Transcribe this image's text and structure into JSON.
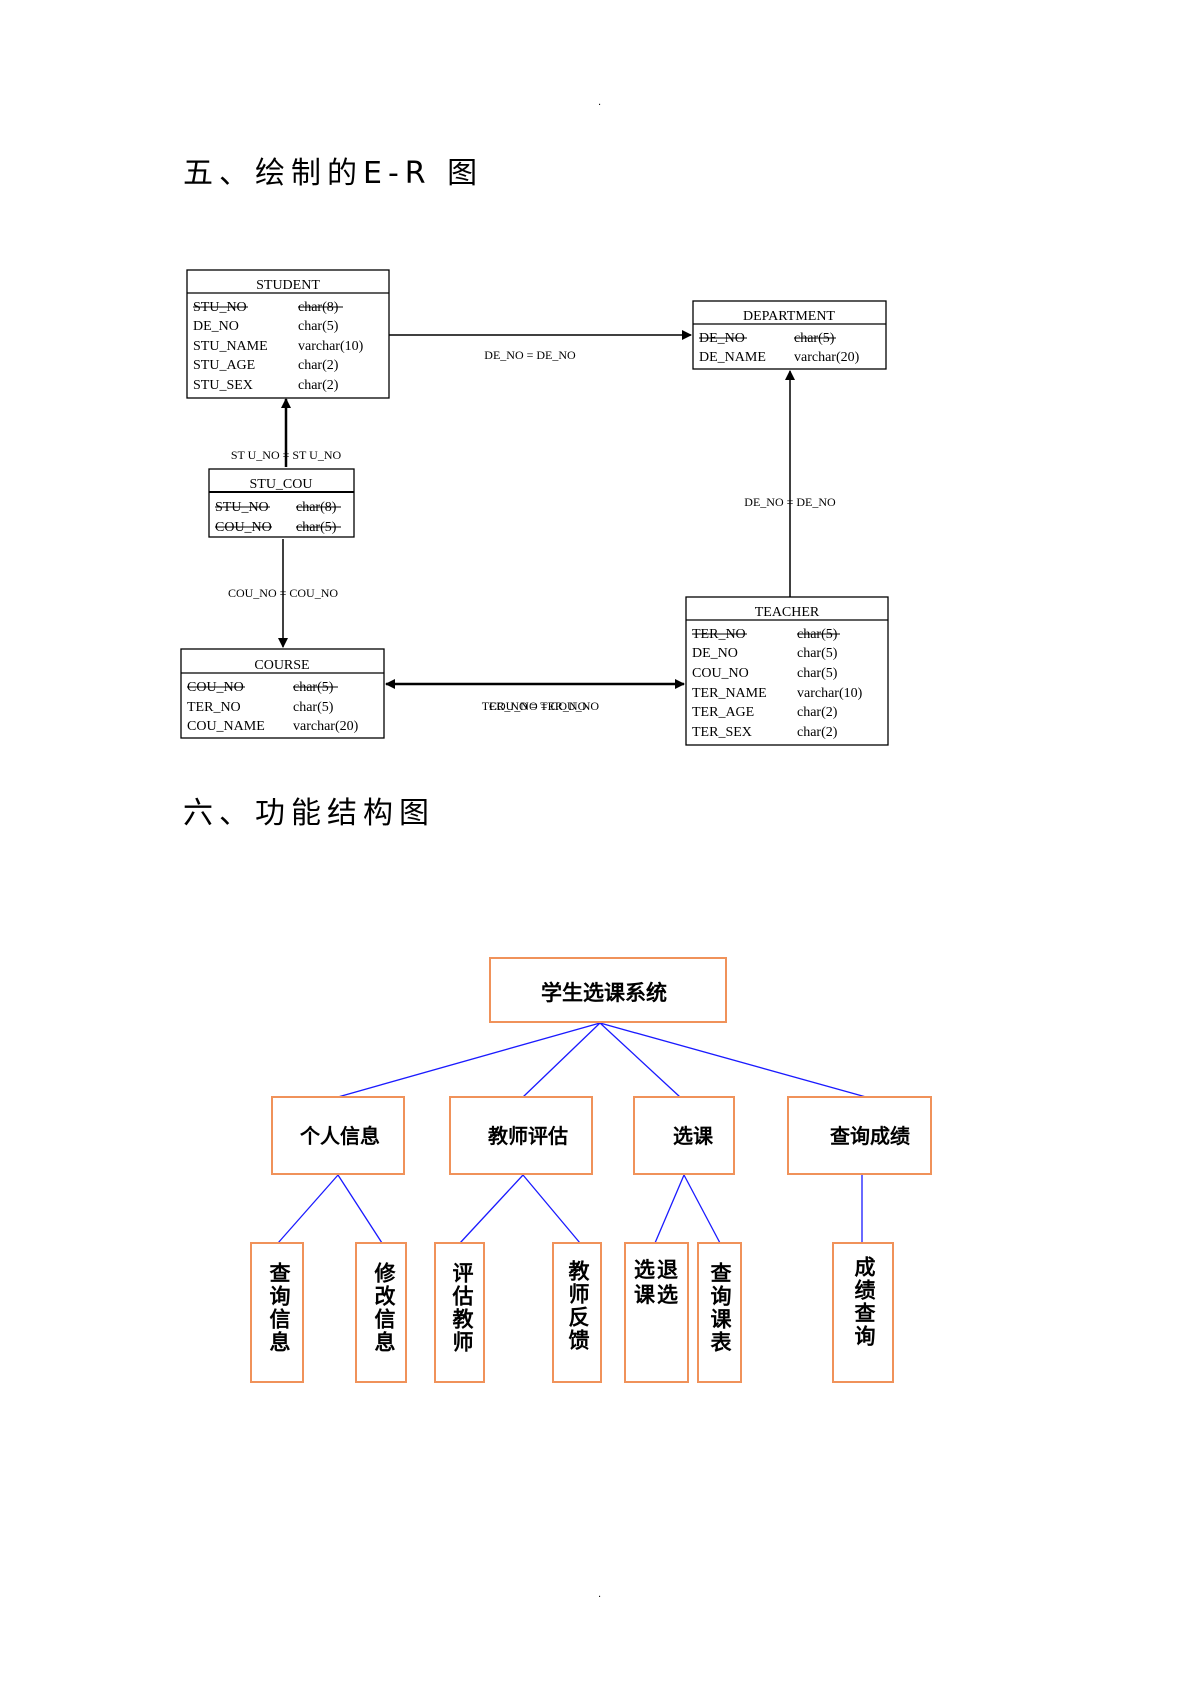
{
  "page": {
    "top_dot": ".",
    "bottom_dot": "."
  },
  "section5": {
    "title": "五、绘制的E-R 图"
  },
  "er": {
    "entities": {
      "student": {
        "name": "STUDENT",
        "attrs": [
          {
            "field": "STU_NO",
            "type": "char(8)",
            "pk": true
          },
          {
            "field": "DE_NO",
            "type": "char(5)",
            "pk": false
          },
          {
            "field": "STU_NAME",
            "type": "varchar(10)",
            "pk": false
          },
          {
            "field": "STU_AGE",
            "type": "char(2)",
            "pk": false
          },
          {
            "field": "STU_SEX",
            "type": "char(2)",
            "pk": false
          }
        ]
      },
      "department": {
        "name": "DEPARTMENT",
        "attrs": [
          {
            "field": "DE_NO",
            "type": "char(5)",
            "pk": true
          },
          {
            "field": "DE_NAME",
            "type": "varchar(20)",
            "pk": false
          }
        ]
      },
      "stu_cou": {
        "name": "STU_COU",
        "attrs": [
          {
            "field": "STU_NO",
            "type": "char(8)",
            "pk": true
          },
          {
            "field": "COU_NO",
            "type": "char(5)",
            "pk": true
          }
        ]
      },
      "teacher": {
        "name": "TEACHER",
        "attrs": [
          {
            "field": "TER_NO",
            "type": "char(5)",
            "pk": true
          },
          {
            "field": "DE_NO",
            "type": "char(5)",
            "pk": false
          },
          {
            "field": "COU_NO",
            "type": "char(5)",
            "pk": false
          },
          {
            "field": "TER_NAME",
            "type": "varchar(10)",
            "pk": false
          },
          {
            "field": "TER_AGE",
            "type": "char(2)",
            "pk": false
          },
          {
            "field": "TER_SEX",
            "type": "char(2)",
            "pk": false
          }
        ]
      },
      "course": {
        "name": "COURSE",
        "attrs": [
          {
            "field": "COU_NO",
            "type": "char(5)",
            "pk": true
          },
          {
            "field": "TER_NO",
            "type": "char(5)",
            "pk": false
          },
          {
            "field": "COU_NAME",
            "type": "varchar(20)",
            "pk": false
          }
        ]
      }
    },
    "relations": {
      "student_department": "DE_NO = DE_NO",
      "stucou_student": "ST U_NO = ST U_NO",
      "teacher_department": "DE_NO = DE_NO",
      "stucou_course": "COU_NO = COU_NO",
      "course_teacher_a": "TER_NO = TER_NO",
      "course_teacher_b": "COU_NO = COU_NO"
    }
  },
  "section6": {
    "title": "六、功能结构图"
  },
  "func": {
    "root": "学生选课系统",
    "modules": {
      "personal": "个人信息",
      "evaluate": "教师评估",
      "select": "选课",
      "grades": "查询成绩"
    },
    "leaves": {
      "query_info": "查询信息",
      "modify_info": "修改信息",
      "eval_teacher": "评估教师",
      "teacher_feedback": "教师反馈",
      "drop_select": "选退课选",
      "query_schedule": "查询课表",
      "grade_query": "成绩查询"
    },
    "colors": {
      "box_border": "#f0925a",
      "connector": "#1a1aff"
    }
  }
}
